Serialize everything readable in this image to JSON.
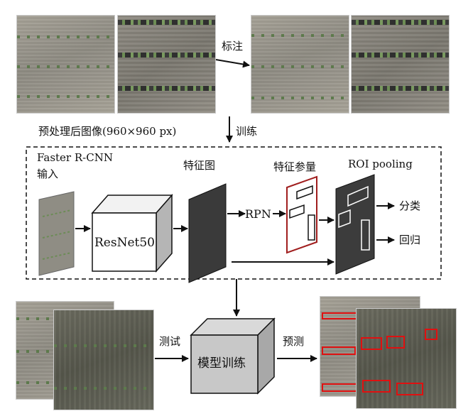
{
  "labels": {
    "annotate": "标注",
    "preprocessed": "预处理后图像(960×960 px)",
    "train": "训练",
    "faster_rcnn": "Faster R-CNN",
    "input": "输入",
    "feature_map": "特征图",
    "feature_params": "特征参量",
    "roi_pooling": "ROI pooling",
    "resnet": "ResNet50",
    "rpn": "RPN",
    "classify": "分类",
    "regress": "回归",
    "test": "测试",
    "model_training": "模型训练",
    "predict": "预测"
  },
  "colors": {
    "stroke": "#111111",
    "feature_map_fill": "#3a3a3a",
    "roi_fill": "#3c3c3c",
    "feature_param_border": "#a01e1e",
    "detection_box": "#e01010",
    "cube_front_light": "#ffffff",
    "cube_front_gray": "#c8c8c8"
  }
}
